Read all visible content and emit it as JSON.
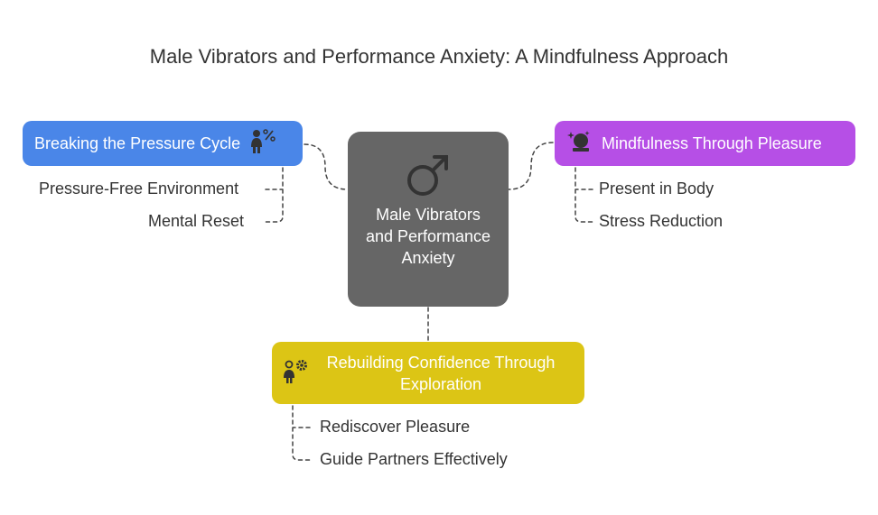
{
  "title": "Male Vibrators and Performance Anxiety: A Mindfulness Approach",
  "center": {
    "label": "Male Vibrators and Performance Anxiety",
    "icon": "male-symbol-icon",
    "color": "#666666"
  },
  "branches": {
    "breaking": {
      "label": "Breaking the Pressure Cycle",
      "icon": "person-percent-icon",
      "color": "#4a86e8",
      "items": [
        "Pressure-Free Environment",
        "Mental Reset"
      ]
    },
    "mindfulness": {
      "label": "Mindfulness Through Pleasure",
      "icon": "crystal-ball-icon",
      "color": "#b64fe6",
      "items": [
        "Present in Body",
        "Stress Reduction"
      ]
    },
    "rebuilding": {
      "label": "Rebuilding Confidence Through Exploration",
      "icon": "person-gears-icon",
      "color": "#dcc515",
      "items": [
        "Rediscover Pleasure",
        "Guide Partners Effectively"
      ]
    }
  }
}
